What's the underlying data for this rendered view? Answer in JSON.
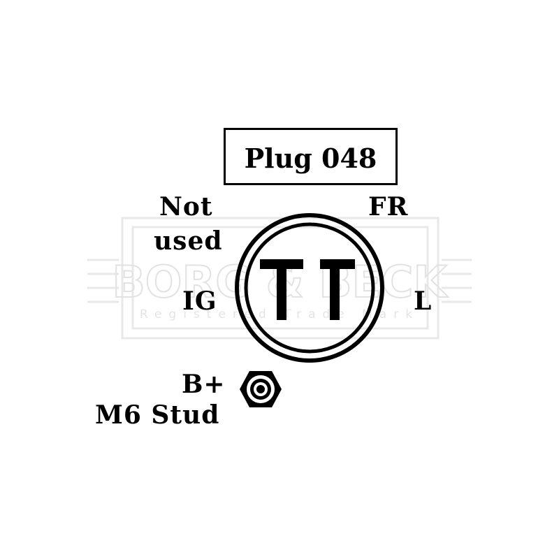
{
  "plug_label": "Plug 048",
  "terminals": {
    "top_left": [
      "Not",
      "used"
    ],
    "top_right": "FR",
    "left": "IG",
    "right": "L",
    "stud": [
      "B+",
      "M6 Stud"
    ]
  },
  "watermark": {
    "brand": "BORG & BECK",
    "subtitle": "Registered Trade Mark",
    "color": "#e6e6e6"
  },
  "connector_icon": "plug-two-t-pins",
  "stud_icon": "hex-nut"
}
